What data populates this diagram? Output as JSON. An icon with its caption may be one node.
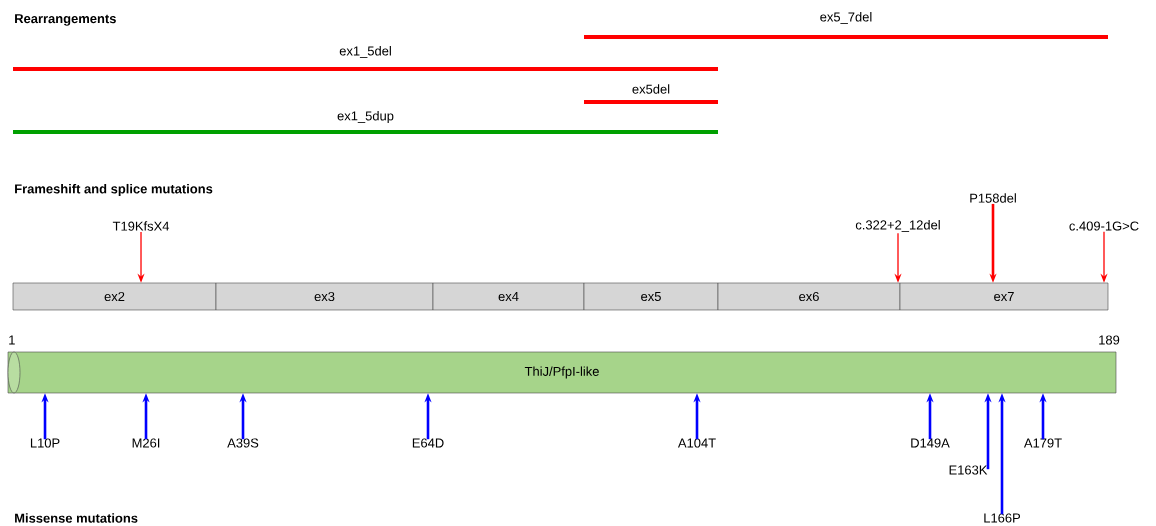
{
  "diagram": {
    "nodes": [
      {
        "text": [
          "ex5_7del"
        ]
      },
      {
        "text": [
          "ex1_5del"
        ]
      },
      {
        "text": [
          "ex5del"
        ]
      },
      {
        "text": [
          "ex1_5dup"
        ]
      },
      {
        "text": [
          "T19KfsX4"
        ]
      },
      {
        "text": [
          "c.322+2_12del"
        ]
      },
      {
        "text": [
          "P158del"
        ]
      },
      {
        "text": [
          "c.409-1G>C"
        ]
      },
      {
        "text": [
          "ex2"
        ]
      },
      {
        "text": [
          "ex3"
        ]
      },
      {
        "text": [
          "ex4"
        ]
      },
      {
        "text": [
          "ex5"
        ]
      },
      {
        "text": [
          "ex6"
        ]
      },
      {
        "text": [
          "ex7"
        ]
      },
      {
        "text": [
          "ThiJ/PfpI-like"
        ]
      },
      {
        "text": [
          "L10P"
        ]
      },
      {
        "text": [
          "M26I"
        ]
      },
      {
        "text": [
          "A39S"
        ]
      },
      {
        "text": [
          "E64D"
        ]
      },
      {
        "text": [
          "A104T"
        ]
      },
      {
        "text": [
          "D149A"
        ]
      },
      {
        "text": [
          "E163K"
        ]
      },
      {
        "text": [
          "L166P"
        ]
      },
      {
        "text": [
          "A179T"
        ]
      }
    ],
    "edges": [
      {
        "from": 4,
        "to": 8,
        "arrow": "to",
        "color": "#ff0000"
      },
      {
        "from": 5,
        "to": 13,
        "arrow": "to",
        "color": "#ff0000"
      },
      {
        "from": 6,
        "to": 13,
        "arrow": "to",
        "color": "#ff0000"
      },
      {
        "from": 7,
        "to": 13,
        "arrow": "to",
        "color": "#ff0000"
      },
      {
        "from": 15,
        "to": 14,
        "arrow": "to"
      },
      {
        "from": 16,
        "to": 14,
        "arrow": "to"
      },
      {
        "from": 17,
        "to": 14,
        "arrow": "to"
      },
      {
        "from": 18,
        "to": 14,
        "arrow": "to"
      },
      {
        "from": 19,
        "to": 14,
        "arrow": "to"
      },
      {
        "from": 20,
        "to": 14,
        "arrow": "to"
      },
      {
        "from": 21,
        "to": 14,
        "arrow": "to"
      },
      {
        "from": 22,
        "to": 14,
        "arrow": "to"
      },
      {
        "from": 23,
        "to": 14,
        "arrow": "to"
      }
    ],
    "labels": [
      "Rearrangements",
      "Frameshift and splice mutations",
      "1",
      "189",
      "Missense mutations"
    ]
  }
}
